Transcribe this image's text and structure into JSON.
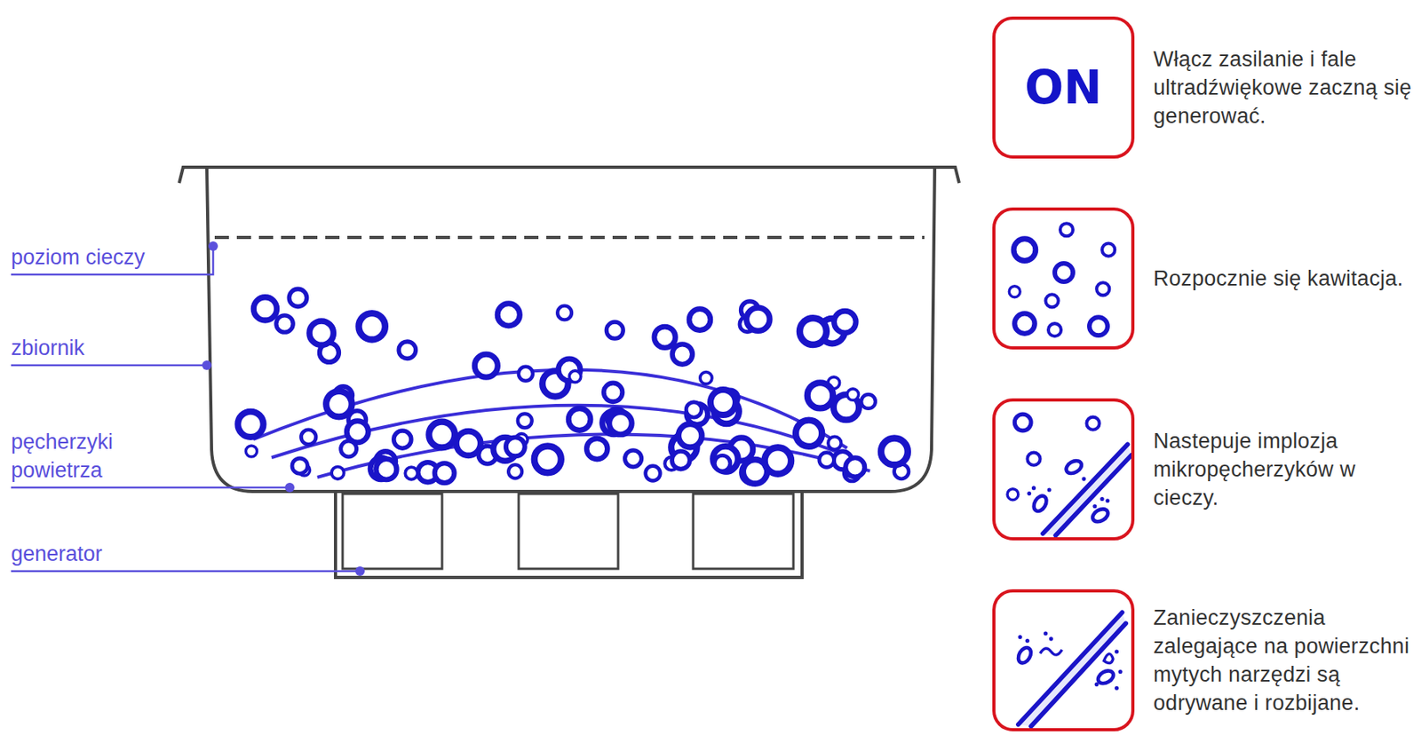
{
  "diagram": {
    "nodes": [
      {
        "text": [
          "ON",
          "Włącz zasilanie i fale ultradźwiękowe zaczną się generować."
        ]
      },
      {
        "text": [
          "Rozpocznie się kawitacja."
        ]
      },
      {
        "text": [
          "Nastepuje implozja mikropęcherzyków w cieczy."
        ]
      },
      {
        "text": [
          "Zanieczyszczenia zalegające na powierzchni mytych narzędzi są odrywane i rozbijane."
        ]
      }
    ],
    "labels": [
      "poziom cieczy",
      "zbiornik",
      "pęcherzyki powietrza",
      "generator"
    ]
  }
}
